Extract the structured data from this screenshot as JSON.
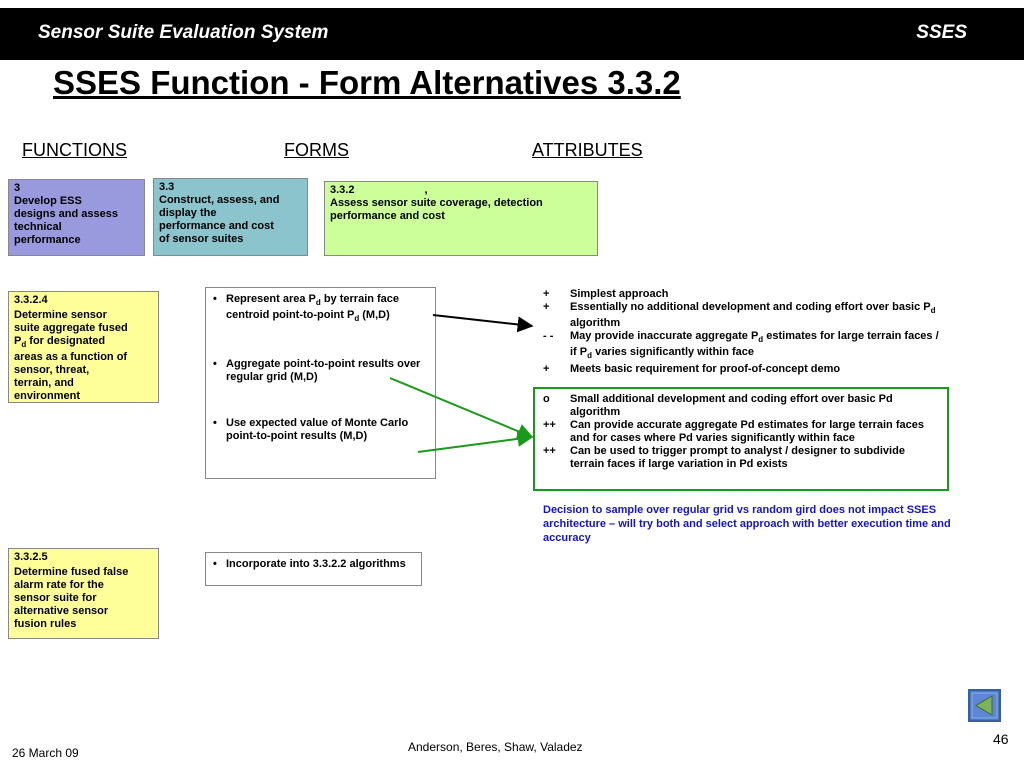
{
  "header": {
    "app_title": "Sensor Suite Evaluation System",
    "app_abbrev": "SSES"
  },
  "title": "SSES Function - Form Alternatives 3.3.2",
  "columns": {
    "functions": "FUNCTIONS",
    "forms": "FORMS",
    "attributes": "ATTRIBUTES"
  },
  "boxes": {
    "f3": {
      "number": "3",
      "text": [
        "Develop ESS",
        "designs and assess",
        "technical",
        "performance"
      ]
    },
    "f33": {
      "number": "3.3",
      "text": [
        "Construct, assess, and",
        "display the",
        "performance and cost",
        "of sensor suites"
      ]
    },
    "f332": {
      "number": "3.3.2",
      "comma": ",",
      "text": [
        "Assess sensor suite coverage, detection",
        "performance and cost"
      ]
    },
    "f3324": {
      "number": "3.3.2.4",
      "lines": [
        "Determine sensor",
        "suite aggregate fused",
        "P",
        "d",
        " for designated",
        "areas as a function of",
        "sensor, threat,",
        "terrain, and",
        "environment"
      ]
    },
    "f3325": {
      "number": "3.3.2.5",
      "text": [
        "Determine fused false",
        "alarm rate for the",
        "sensor suite for",
        "alternative sensor",
        "fusion rules"
      ]
    }
  },
  "forms": {
    "main": [
      {
        "parts": [
          "Represent area  P",
          "d",
          " by terrain face centroid point-to-point P",
          "d",
          " (M,D)"
        ]
      },
      {
        "parts": [
          "Aggregate point-to-point results over regular grid (M,D)"
        ]
      },
      {
        "parts": [
          "Use expected value of Monte Carlo point-to-point results (M,D)"
        ]
      }
    ],
    "secondary": [
      {
        "parts": [
          "Incorporate into 3.3.2.2 algorithms"
        ]
      }
    ]
  },
  "attributes": {
    "list1": [
      {
        "sym": "+",
        "parts": [
          "Simplest approach"
        ]
      },
      {
        "sym": "+",
        "parts": [
          "Essentially no additional development and coding effort over basic P",
          "d",
          " algorithm"
        ]
      },
      {
        "sym": "- -",
        "parts": [
          "May provide inaccurate aggregate P",
          "d",
          " estimates for large terrain faces / if P",
          "d",
          " varies significantly within face"
        ]
      },
      {
        "sym": "+",
        "parts": [
          "Meets basic requirement for proof-of-concept demo"
        ]
      }
    ],
    "list2": [
      {
        "sym": "o",
        "text": "Small additional development and coding effort over basic Pd algorithm"
      },
      {
        "sym": "++",
        "text": "Can provide  accurate aggregate Pd estimates for large terrain faces and for cases where Pd varies significantly within face"
      },
      {
        "sym": "++",
        "text": "Can be used to trigger prompt to analyst / designer to subdivide terrain faces if  large variation  in Pd exists"
      }
    ]
  },
  "decision": "Decision to sample over regular grid vs random gird does not impact SSES architecture – will try both and select approach with better execution time and accuracy",
  "footer": {
    "date": "26 March 09",
    "authors": "Anderson, Beres, Shaw, Valadez",
    "page": "46"
  },
  "colors": {
    "header_bg": "#000000",
    "blue_box": "#9999dd",
    "teal_box": "#8bc4cc",
    "green_box": "#ccff99",
    "yellow_box": "#ffff99",
    "green_arrow": "#1a9a1a",
    "decision_text": "#1414c8"
  },
  "icons": {
    "nav": "back-triangle-icon"
  }
}
